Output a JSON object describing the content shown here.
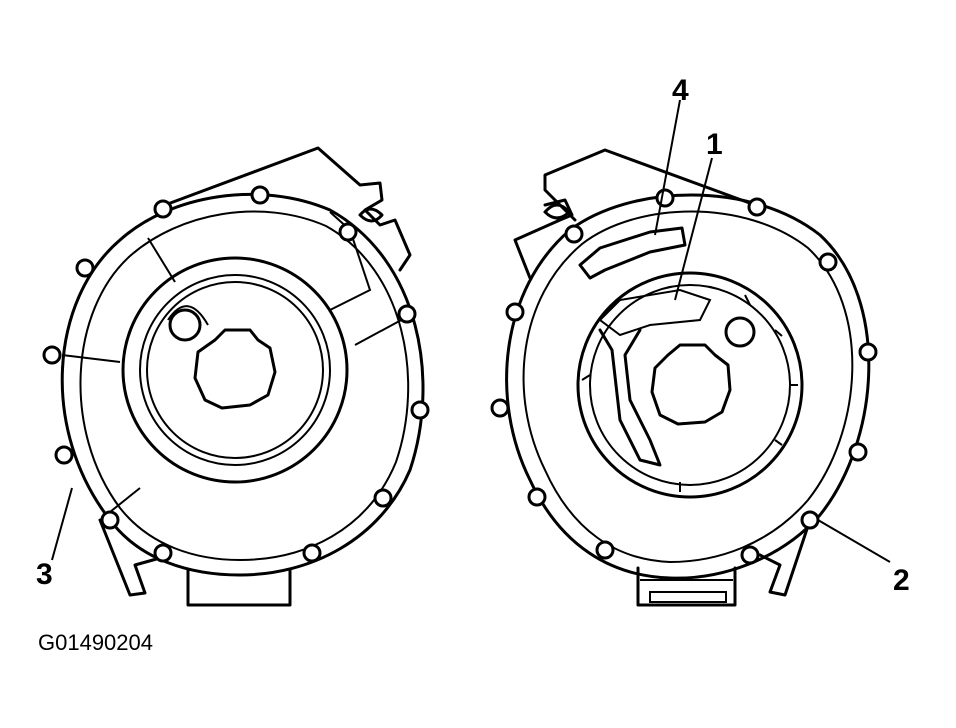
{
  "callouts": {
    "c1": "1",
    "c2": "2",
    "c3": "3",
    "c4": "4"
  },
  "figure_id": "G01490204",
  "colors": {
    "line": "#000000",
    "background": "#ffffff"
  }
}
